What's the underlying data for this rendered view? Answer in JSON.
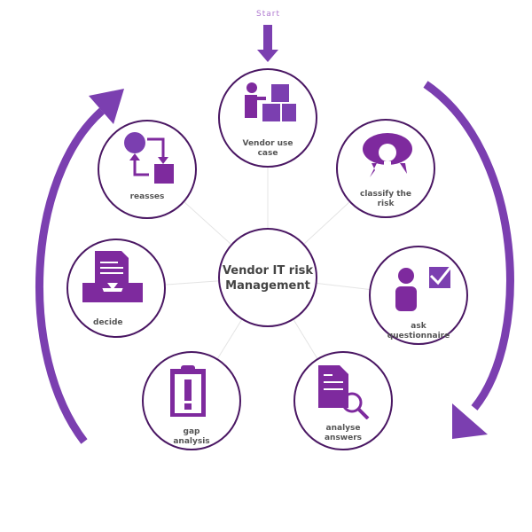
{
  "start_label": "Start",
  "center": {
    "label_line1": "Vendor IT risk",
    "label_line2": "Management"
  },
  "steps": [
    {
      "line1": "Vendor use",
      "line2": "case",
      "icon": "presenter-boxes-icon"
    },
    {
      "line1": "classify the",
      "line2": "risk",
      "icon": "brain-lightbulb-icon"
    },
    {
      "line1": "ask",
      "line2": "questionnaire",
      "icon": "person-checkbox-icon"
    },
    {
      "line1": "analyse",
      "line2": "answers",
      "icon": "document-magnifier-icon"
    },
    {
      "line1": "gap",
      "line2": "analysis",
      "icon": "clipboard-exclamation-icon"
    },
    {
      "line1": "decide",
      "line2": "",
      "icon": "inbox-document-icon"
    },
    {
      "line1": "reasses",
      "line2": "",
      "icon": "cycle-shapes-icon"
    }
  ],
  "colors": {
    "accent": "#7b3fb0",
    "border": "#4a1763",
    "icon": "#7e2a9e"
  }
}
